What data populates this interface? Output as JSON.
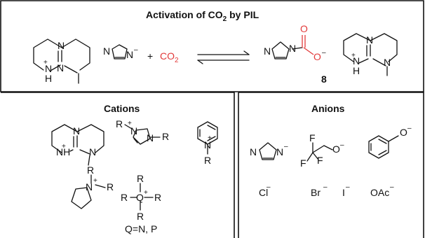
{
  "top": {
    "title_main": "Activation of CO",
    "title_sub": "2",
    "title_tail": " by PIL",
    "plus": "+",
    "co2_main": "CO",
    "co2_sub": "2",
    "product_number": "8"
  },
  "cations": {
    "title": "Cations",
    "qnote": "Q=N, P"
  },
  "anions": {
    "title": "Anions",
    "halide_cl": "Cl",
    "halide_br": "Br",
    "halide_i": "I",
    "acetate": "OAc"
  },
  "atoms": {
    "N": "N",
    "H": "H",
    "NH": "NH",
    "R": "R",
    "F": "F",
    "O": "O",
    "Q": "Q",
    "plus": "+",
    "minus": "−",
    "minus_sm": "–"
  },
  "colors": {
    "co2": "#e23b3b",
    "lines": "#111111"
  }
}
